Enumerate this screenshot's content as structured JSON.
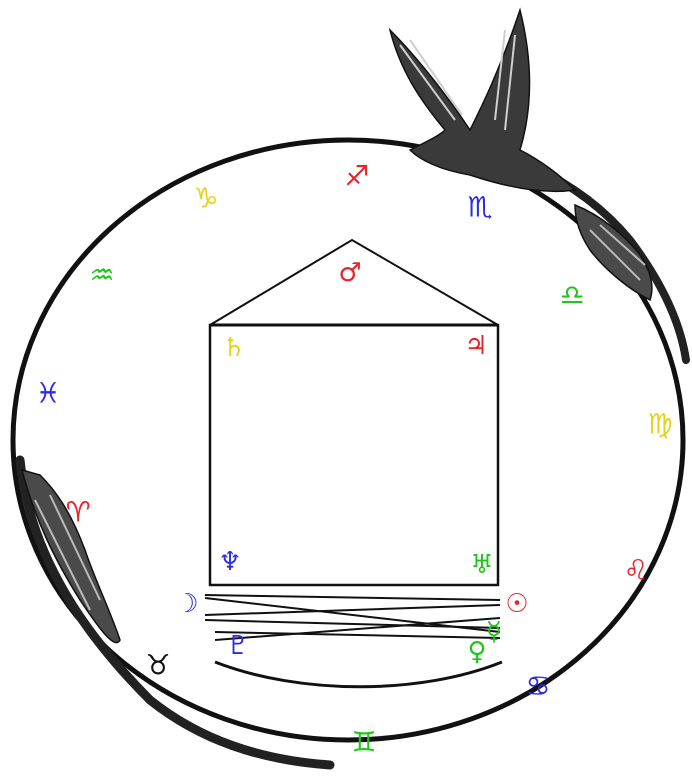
{
  "colors": {
    "red": "#e8232a",
    "blue": "#2b2be8",
    "green": "#22c51c",
    "yellow": "#e6d21a",
    "black": "#111111"
  },
  "zodiac": [
    {
      "id": "aries",
      "symbol": "♈",
      "color": "red"
    },
    {
      "id": "taurus",
      "symbol": "♉",
      "color": "black"
    },
    {
      "id": "gemini",
      "symbol": "♊",
      "color": "green"
    },
    {
      "id": "cancer",
      "symbol": "♋",
      "color": "blue"
    },
    {
      "id": "leo",
      "symbol": "♌",
      "color": "red"
    },
    {
      "id": "virgo",
      "symbol": "♍",
      "color": "yellow"
    },
    {
      "id": "libra",
      "symbol": "♎",
      "color": "green"
    },
    {
      "id": "scorpio",
      "symbol": "♏",
      "color": "blue"
    },
    {
      "id": "sagittarius",
      "symbol": "♐",
      "color": "red"
    },
    {
      "id": "capricorn",
      "symbol": "♑",
      "color": "yellow"
    },
    {
      "id": "aquarius",
      "symbol": "♒",
      "color": "green"
    },
    {
      "id": "pisces",
      "symbol": "♓",
      "color": "blue"
    }
  ],
  "planets": [
    {
      "id": "mars",
      "symbol": "♂",
      "color": "red"
    },
    {
      "id": "saturn",
      "symbol": "♄",
      "color": "yellow"
    },
    {
      "id": "jupiter",
      "symbol": "♃",
      "color": "red"
    },
    {
      "id": "neptune",
      "symbol": "♆",
      "color": "blue"
    },
    {
      "id": "uranus",
      "symbol": "♅",
      "color": "green"
    },
    {
      "id": "moon",
      "symbol": "☽",
      "color": "blue"
    },
    {
      "id": "sun",
      "symbol": "☉",
      "color": "red"
    },
    {
      "id": "pluto",
      "symbol": "♇",
      "color": "blue"
    },
    {
      "id": "mercury",
      "symbol": "☿",
      "color": "green"
    },
    {
      "id": "venus",
      "symbol": "♀",
      "color": "green"
    }
  ]
}
